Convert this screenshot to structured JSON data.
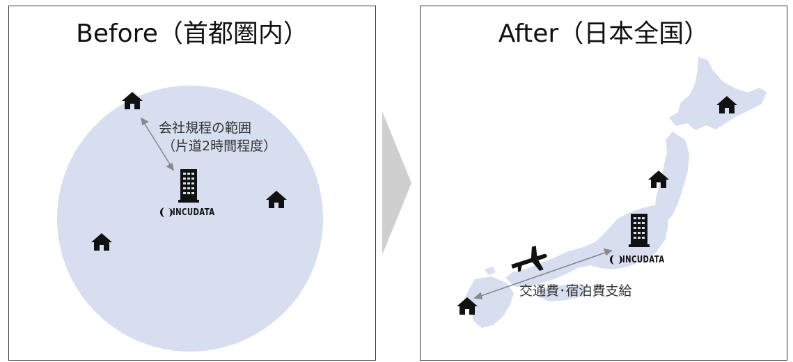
{
  "before": {
    "title": "Before（首都圏内）",
    "caption_line1": "会社規程の範囲",
    "caption_line2": "（片道2時間程度）",
    "brand": "INCUDATA"
  },
  "after": {
    "title": "After（日本全国）",
    "caption": "交通費･宿泊費支給",
    "brand": "INCUDATA"
  },
  "colors": {
    "circle_fill": "#d6deef",
    "map_fill": "#d6deef",
    "arrow": "#888888",
    "chevron": "#cfcfcf",
    "icon": "#111111"
  },
  "icons": [
    "house-icon",
    "office-building-icon",
    "airplane-icon",
    "incudata-logo-icon"
  ]
}
